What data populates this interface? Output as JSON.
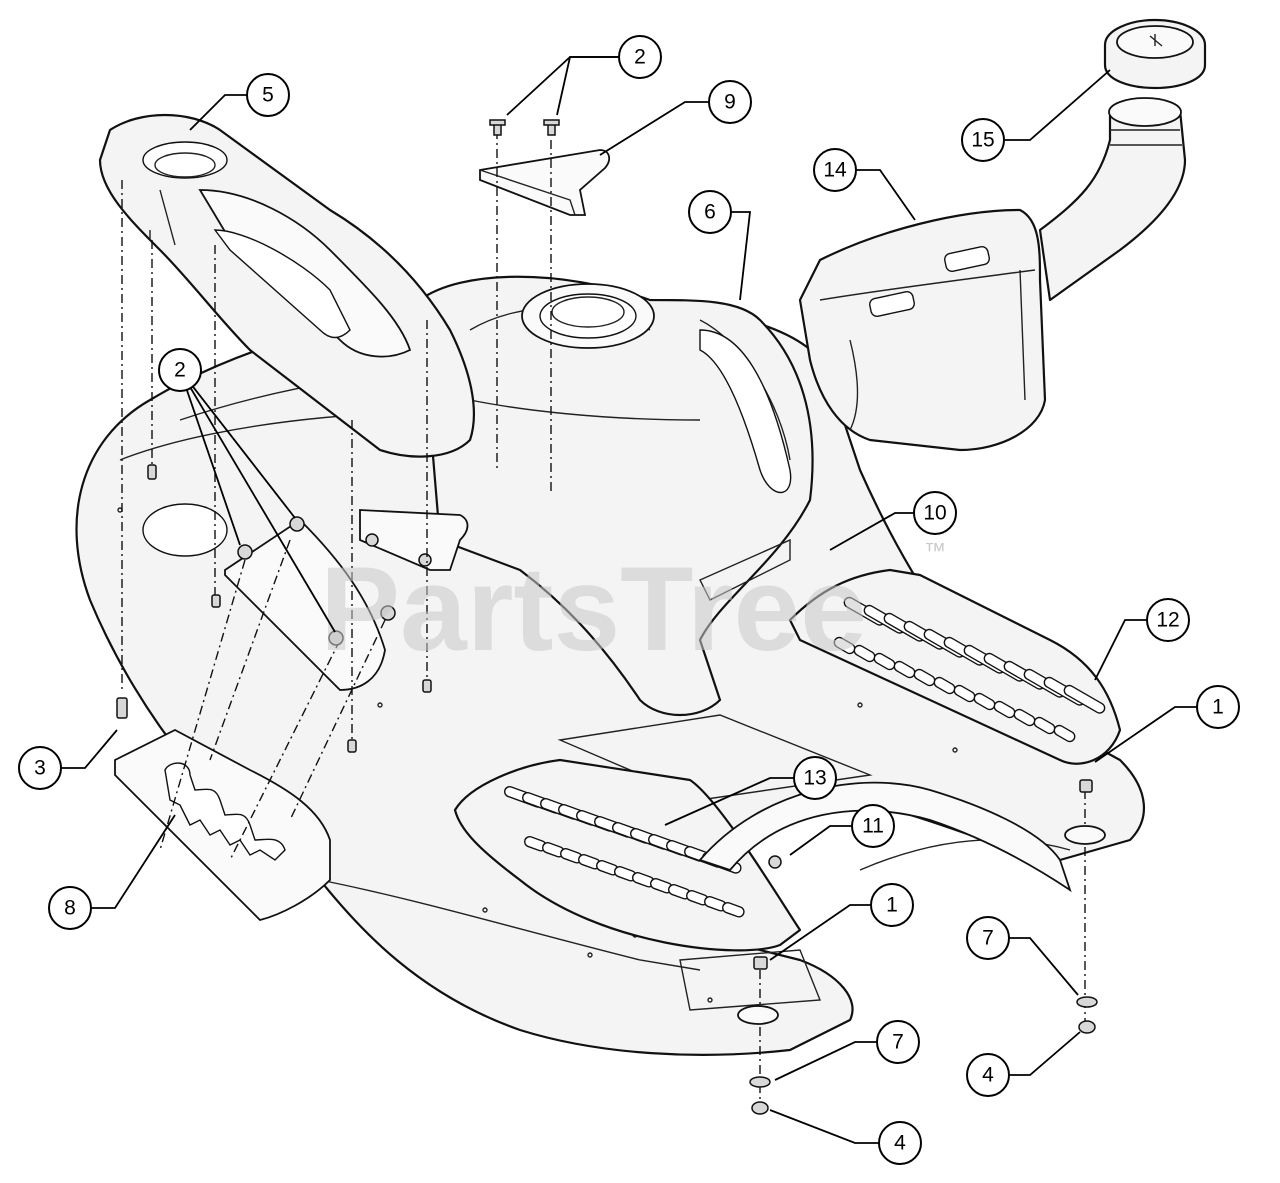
{
  "watermark": {
    "text": "PartsTree",
    "trademark": "™"
  },
  "callouts": [
    {
      "id": "c5",
      "label": "5"
    },
    {
      "id": "c2a",
      "label": "2"
    },
    {
      "id": "c9",
      "label": "9"
    },
    {
      "id": "c15",
      "label": "15"
    },
    {
      "id": "c14",
      "label": "14"
    },
    {
      "id": "c6",
      "label": "6"
    },
    {
      "id": "c2b",
      "label": "2"
    },
    {
      "id": "c10",
      "label": "10"
    },
    {
      "id": "c12",
      "label": "12"
    },
    {
      "id": "c1a",
      "label": "1"
    },
    {
      "id": "c3",
      "label": "3"
    },
    {
      "id": "c13",
      "label": "13"
    },
    {
      "id": "c11",
      "label": "11"
    },
    {
      "id": "c8",
      "label": "8"
    },
    {
      "id": "c1b",
      "label": "1"
    },
    {
      "id": "c7a",
      "label": "7"
    },
    {
      "id": "c7b",
      "label": "7"
    },
    {
      "id": "c4a",
      "label": "4"
    },
    {
      "id": "c4b",
      "label": "4"
    }
  ],
  "colors": {
    "line": "#111111",
    "watermark": "#c9c9c9",
    "fill": "#f4f4f4"
  }
}
